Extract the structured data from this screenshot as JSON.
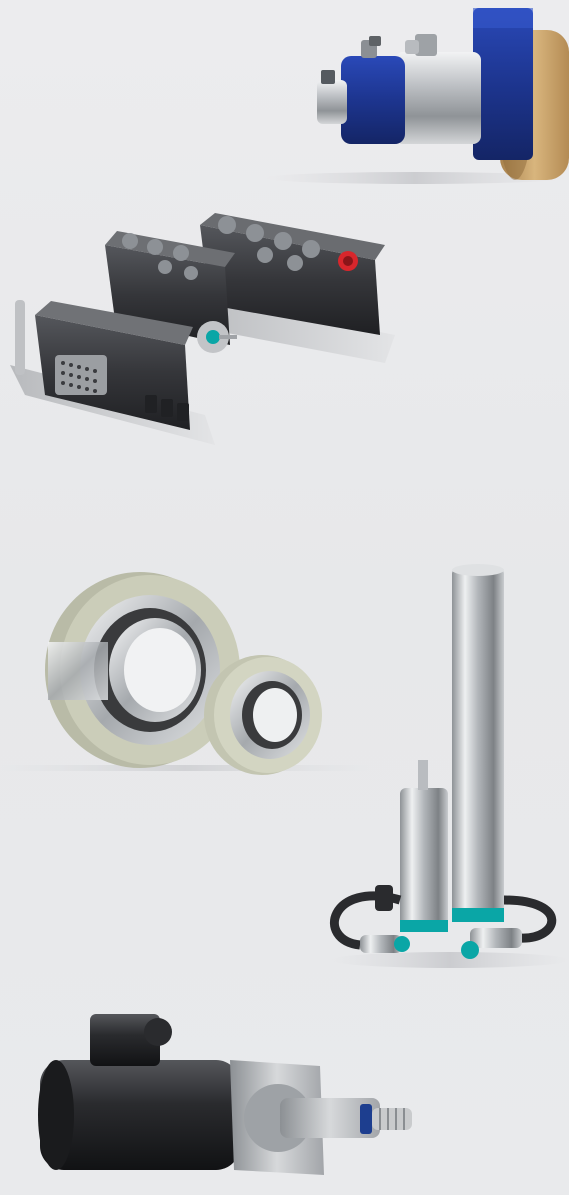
{
  "products": [
    {
      "id": "wheel-drive",
      "name": "wheel-drive-unit-image"
    },
    {
      "id": "drive-controllers",
      "name": "drive-controller-modules-image"
    },
    {
      "id": "bearings",
      "name": "bearing-rings-image"
    },
    {
      "id": "linear-actuators",
      "name": "cylindrical-actuators-image"
    },
    {
      "id": "servo-gearmotor",
      "name": "servo-gearmotor-image"
    }
  ],
  "colors": {
    "background": "#e9eaec",
    "blue_housing": "#1f3a9a",
    "tan_wheel": "#c9a36b",
    "dark_module": "#2e2f33",
    "ceramic": "#c9cbb8",
    "accent_teal": "#0aa6a6",
    "red_connector": "#d8262c"
  }
}
